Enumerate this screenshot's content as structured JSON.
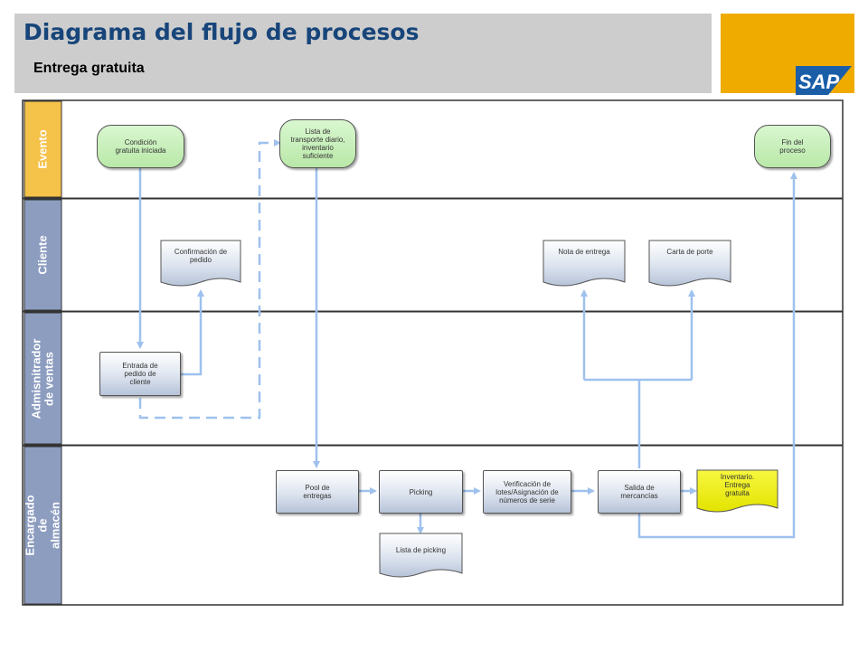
{
  "header": {
    "title": "Diagrama del flujo de procesos",
    "subtitle": "Entrega gratuita"
  },
  "logo": {
    "text": "SAP",
    "color": "#1a5ea8",
    "background": "#f0ab00"
  },
  "colors": {
    "lane_event": "#f5c24a",
    "lane_other": "#8c9dc0",
    "connector": "#9ec1ee",
    "lane_border": "#333333",
    "task_fill": "#d4dcea",
    "event_fill": "#c8f0bb",
    "highlight_doc_fill": "#f0f000"
  },
  "lanes": [
    {
      "id": "evento",
      "label": "Evento"
    },
    {
      "id": "cliente",
      "label": "Cliente"
    },
    {
      "id": "admin",
      "label": "Admisnitrador de ventas"
    },
    {
      "id": "almacen",
      "label": "Encargado de almacén"
    }
  ],
  "nodes": {
    "condicion": {
      "label": "Condición gratuita iniciada",
      "kind": "event"
    },
    "lista_transporte": {
      "label": "Lista de transporte diario, inventario suficiente",
      "kind": "event"
    },
    "fin": {
      "label": "Fin del proceso",
      "kind": "event"
    },
    "confirmacion": {
      "label": "Confirmación de pedido",
      "kind": "document"
    },
    "nota": {
      "label": "Nota de entrega",
      "kind": "document"
    },
    "carta": {
      "label": "Carta de porte",
      "kind": "document"
    },
    "entrada": {
      "label": "Entrada de pedido de cliente",
      "kind": "task"
    },
    "pool": {
      "label": "Pool de entregas",
      "kind": "task"
    },
    "picking": {
      "label": "Picking",
      "kind": "task"
    },
    "verificacion": {
      "label": "Verificación de lotes/Asignación de números de serie",
      "kind": "task"
    },
    "salida": {
      "label": "Salida de mercancías",
      "kind": "task"
    },
    "inventario": {
      "label": "Inventario. Entrega gratuita",
      "kind": "document-highlight"
    },
    "lista_picking": {
      "label": "Lista de picking",
      "kind": "document"
    }
  }
}
